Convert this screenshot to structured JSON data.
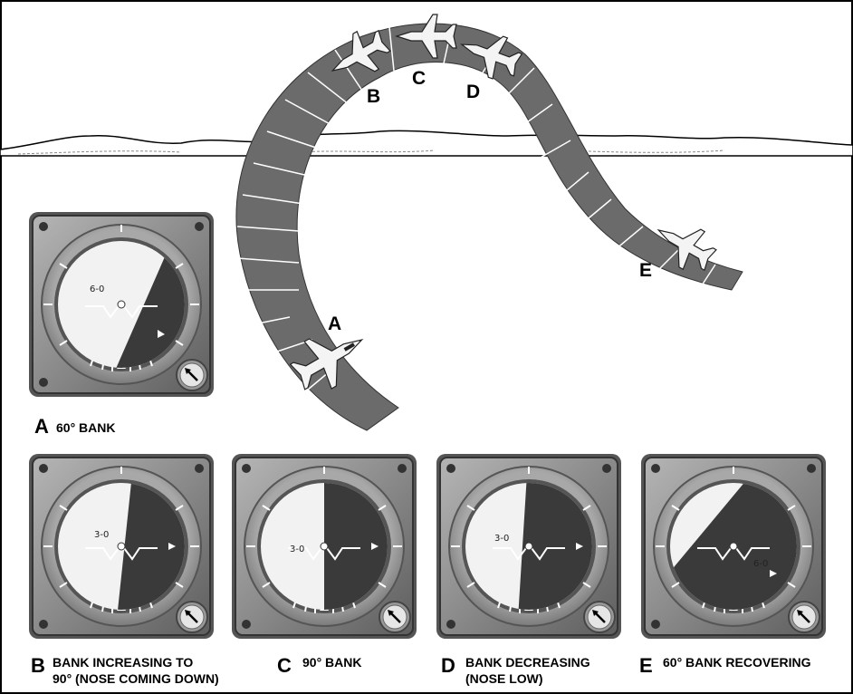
{
  "maneuver_positions": [
    "A",
    "B",
    "C",
    "D",
    "E"
  ],
  "instruments": [
    {
      "id": "A",
      "letter": "A",
      "caption": "60° BANK",
      "bank_deg": 60,
      "sky_side": "left",
      "marker_pos": "right-low",
      "scale_label": "6-0"
    },
    {
      "id": "B",
      "letter": "B",
      "caption_line1": "BANK INCREASING TO",
      "caption_line2": "90° (NOSE COMING DOWN)",
      "bank_deg": 80,
      "marker_pos": "right",
      "scale_label": "3-0"
    },
    {
      "id": "C",
      "letter": "C",
      "caption": "90° BANK",
      "bank_deg": 90,
      "marker_pos": "right",
      "scale_label": "3-0"
    },
    {
      "id": "D",
      "letter": "D",
      "caption_line1": "BANK DECREASING",
      "caption_line2": "(NOSE LOW)",
      "bank_deg": 80,
      "marker_pos": "right",
      "scale_label": "3-0"
    },
    {
      "id": "E",
      "letter": "E",
      "caption": "60° BANK RECOVERING",
      "bank_deg": 60,
      "marker_pos": "right-low",
      "scale_label": "6-0"
    }
  ],
  "colors": {
    "sky": "#f2f2f2",
    "ground": "#3a3a3a",
    "bezel": "#8c8c8c",
    "path": "#6b6b6b"
  },
  "icons": [
    "airplane-icon",
    "arrow-knob-icon",
    "screw-icon"
  ]
}
